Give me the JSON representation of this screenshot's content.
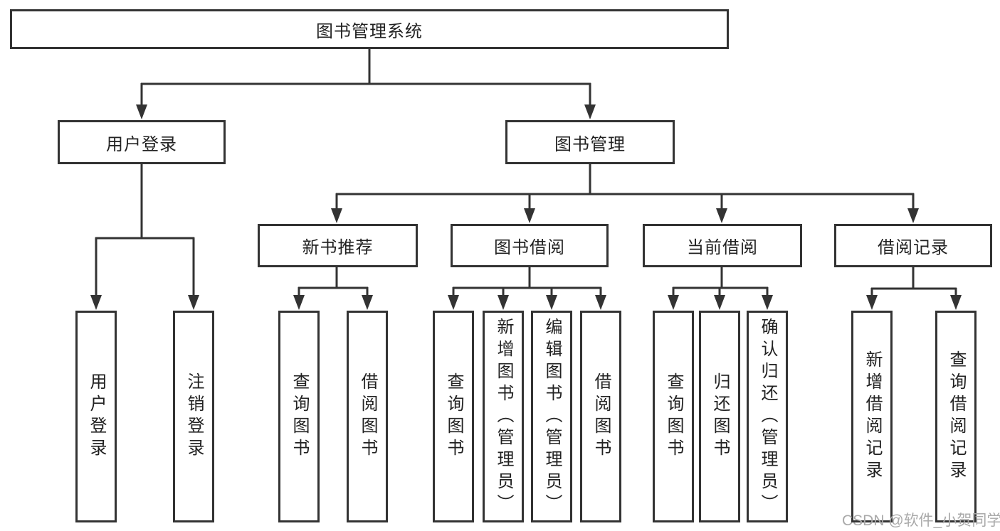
{
  "colors": {
    "line": "#333333",
    "box_border": "#333333",
    "text": "#222222",
    "background": "#ffffff",
    "watermark": "#a9a9a9"
  },
  "watermark": {
    "text": "CSDN @软件_小贺同学"
  },
  "tree": {
    "label": "图书管理系统",
    "children": [
      {
        "label": "用户登录",
        "children": [
          {
            "label": "用户登录"
          },
          {
            "label": "注销登录"
          }
        ]
      },
      {
        "label": "图书管理",
        "children": [
          {
            "label": "新书推荐",
            "children": [
              {
                "label": "查询图书"
              },
              {
                "label": "借阅图书"
              }
            ]
          },
          {
            "label": "图书借阅",
            "children": [
              {
                "label": "查询图书"
              },
              {
                "label": "新增图书（管理员）"
              },
              {
                "label": "编辑图书（管理员）"
              },
              {
                "label": "借阅图书"
              }
            ]
          },
          {
            "label": "当前借阅",
            "children": [
              {
                "label": "查询图书"
              },
              {
                "label": "归还图书"
              },
              {
                "label": "确认归还（管理员）"
              }
            ]
          },
          {
            "label": "借阅记录",
            "children": [
              {
                "label": "新增借阅记录"
              },
              {
                "label": "查询借阅记录"
              }
            ]
          }
        ]
      }
    ]
  }
}
